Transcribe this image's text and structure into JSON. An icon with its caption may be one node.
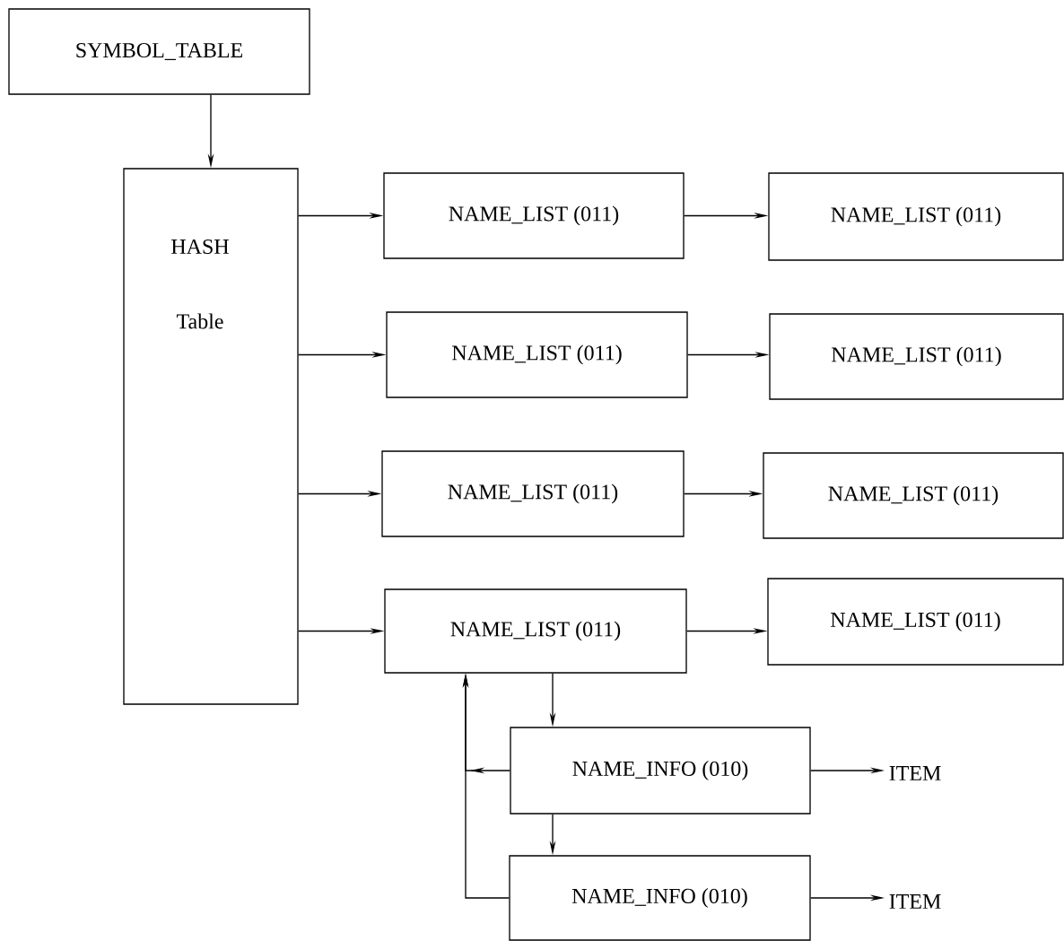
{
  "diagram": {
    "nodes": [
      {
        "text": [
          "SYMBOL_TABLE"
        ]
      },
      {
        "text": [
          "HASH",
          "Table"
        ]
      },
      {
        "text": [
          "NAME_LIST (011)"
        ]
      },
      {
        "text": [
          "NAME_LIST (011)"
        ]
      },
      {
        "text": [
          "NAME_LIST (011)"
        ]
      },
      {
        "text": [
          "NAME_LIST (011)"
        ]
      },
      {
        "text": [
          "NAME_LIST (011)"
        ]
      },
      {
        "text": [
          "NAME_LIST (011)"
        ]
      },
      {
        "text": [
          "NAME_LIST (011)"
        ]
      },
      {
        "text": [
          "NAME_LIST (011)"
        ]
      },
      {
        "text": [
          "NAME_INFO (010)"
        ]
      },
      {
        "text": [
          "ITEM"
        ]
      },
      {
        "text": [
          "NAME_INFO (010)"
        ]
      },
      {
        "text": [
          "ITEM"
        ]
      }
    ],
    "edges": [
      {
        "from": 0,
        "to": 1,
        "arrow": "to"
      },
      {
        "from": 1,
        "to": 2,
        "arrow": "to"
      },
      {
        "from": 2,
        "to": 3,
        "arrow": "to"
      },
      {
        "from": 1,
        "to": 4,
        "arrow": "to"
      },
      {
        "from": 4,
        "to": 5,
        "arrow": "to"
      },
      {
        "from": 1,
        "to": 6,
        "arrow": "to"
      },
      {
        "from": 6,
        "to": 7,
        "arrow": "to"
      },
      {
        "from": 1,
        "to": 8,
        "arrow": "to"
      },
      {
        "from": 8,
        "to": 9,
        "arrow": "to"
      },
      {
        "from": 8,
        "to": 10,
        "arrow": "to"
      },
      {
        "from": 10,
        "to": 8,
        "arrow": "to"
      },
      {
        "from": 10,
        "to": 11,
        "arrow": "to"
      },
      {
        "from": 10,
        "to": 12,
        "arrow": "to"
      },
      {
        "from": 12,
        "to": 8,
        "arrow": "to"
      },
      {
        "from": 12,
        "to": 13,
        "arrow": "to"
      }
    ]
  }
}
